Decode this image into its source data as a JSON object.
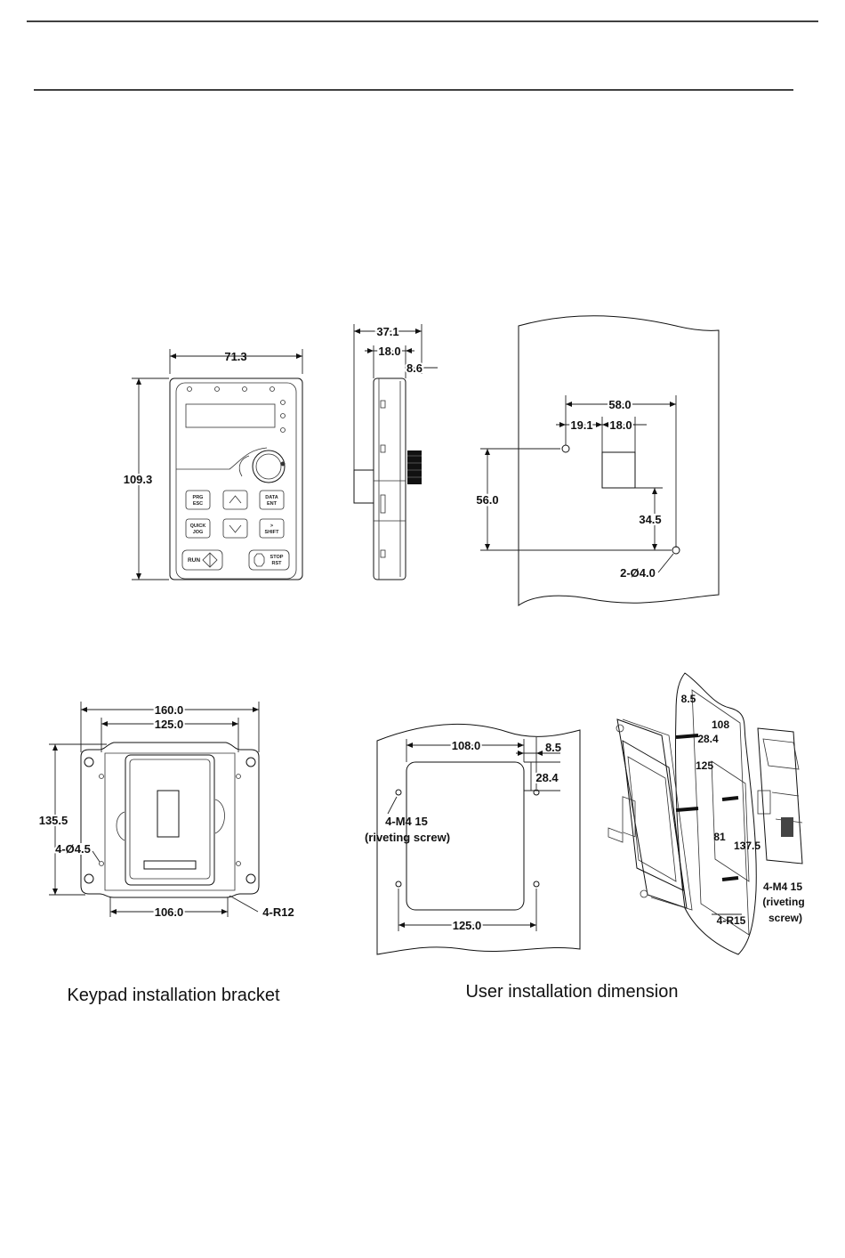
{
  "figures": {
    "keypad_front": {
      "dims": {
        "width": "71.3",
        "height": "109.3"
      },
      "keys": {
        "prg": "PRG",
        "esc": "ESC",
        "data": "DATA",
        "ent": "ENT",
        "quick": "QUICK",
        "jog": "JOG",
        "shift": "SHIFT",
        "run": "RUN",
        "stop": "STOP",
        "rst": "RST"
      }
    },
    "keypad_side": {
      "dims": {
        "depth": "37.1",
        "body": "18.0",
        "knob": "8.6"
      }
    },
    "panel_cutout": {
      "dims": {
        "span": "58.0",
        "offset": "19.1",
        "square": "18.0",
        "height": "56.0",
        "lower": "34.5",
        "holes": "2-Ø4.0"
      }
    },
    "bracket": {
      "dims": {
        "outer_width": "160.0",
        "hole_pitch": "125.0",
        "height": "135.5",
        "holes": "4-Ø4.5",
        "inner_width": "106.0",
        "radius": "4-R12"
      }
    },
    "user_install": {
      "dims": {
        "cutout_width": "108.0",
        "offset_x": "8.5",
        "offset_y": "28.4",
        "hole_pitch": "125.0"
      },
      "screw_label": "4-M4   15",
      "screw_note": "(riveting screw)"
    },
    "isometric": {
      "dims": {
        "a": "8.5",
        "b": "108",
        "c": "28.4",
        "d": "125",
        "e": "81",
        "f": "137.5",
        "radius": "4-R15"
      },
      "screw_label": "4-M4   15",
      "screw_note_1": "(riveting",
      "screw_note_2": "screw)"
    }
  },
  "captions": {
    "bracket": "Keypad installation bracket",
    "user_install": "User installation dimension"
  }
}
